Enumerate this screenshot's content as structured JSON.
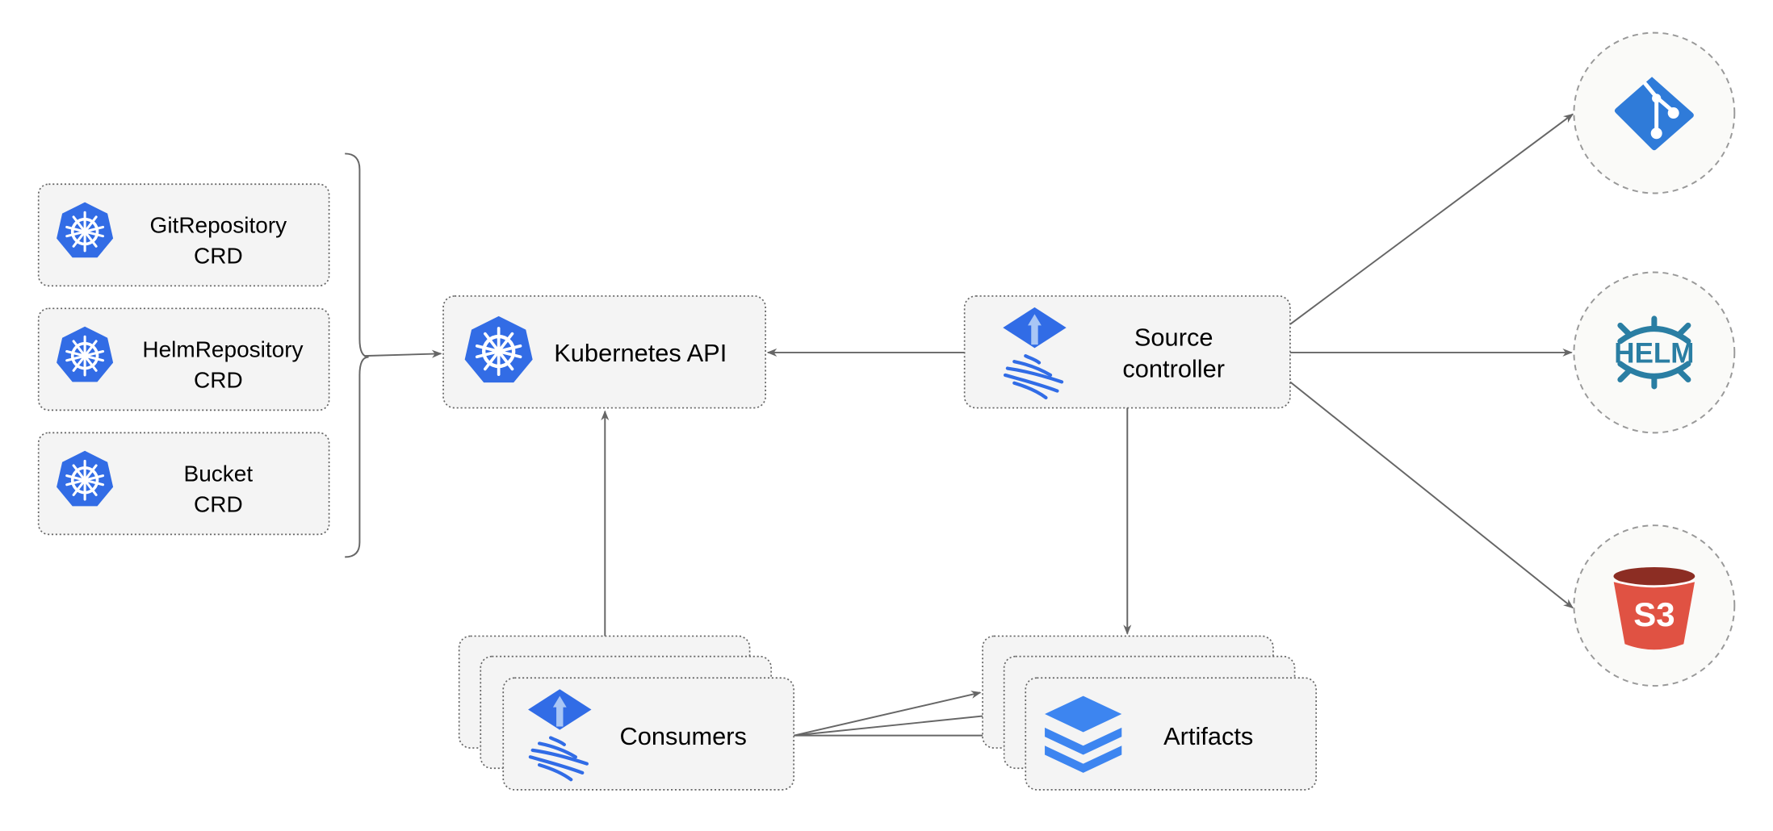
{
  "crds": [
    {
      "line1": "GitRepository",
      "line2": "CRD",
      "icon": "kubernetes-icon"
    },
    {
      "line1": "HelmRepository",
      "line2": "CRD",
      "icon": "kubernetes-icon"
    },
    {
      "line1": "Bucket",
      "line2": "CRD",
      "icon": "kubernetes-icon"
    }
  ],
  "kubernetes_api": {
    "label": "Kubernetes API",
    "icon": "kubernetes-icon"
  },
  "source_controller": {
    "line1": "Source",
    "line2": "controller",
    "icon": "flux-icon"
  },
  "consumers": {
    "label": "Consumers",
    "icon": "flux-icon"
  },
  "artifacts": {
    "label": "Artifacts",
    "icon": "layers-icon"
  },
  "sources": [
    {
      "icon": "git-icon",
      "color": "#2f7bd9"
    },
    {
      "icon": "helm-icon",
      "label": "HELM",
      "color": "#2a7ea3"
    },
    {
      "icon": "s3-icon",
      "label": "S3",
      "color": "#e05243"
    }
  ],
  "colors": {
    "kubernetes": "#326ce5",
    "flux": "#316ce6",
    "edge": "#666666"
  }
}
